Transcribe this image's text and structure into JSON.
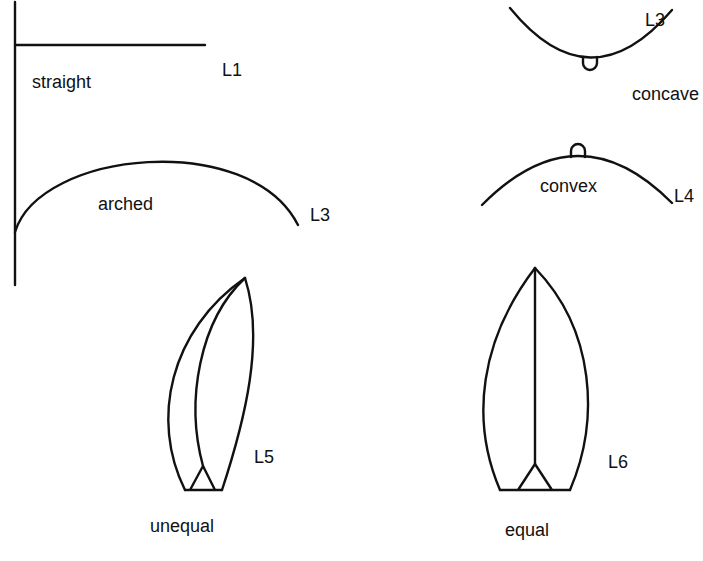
{
  "diagram": {
    "labels": [
      "straight",
      "L1",
      "L3",
      "concave",
      "convex",
      "L4",
      "arched",
      "L3",
      "L5",
      "L6",
      "unequal",
      "equal"
    ]
  }
}
